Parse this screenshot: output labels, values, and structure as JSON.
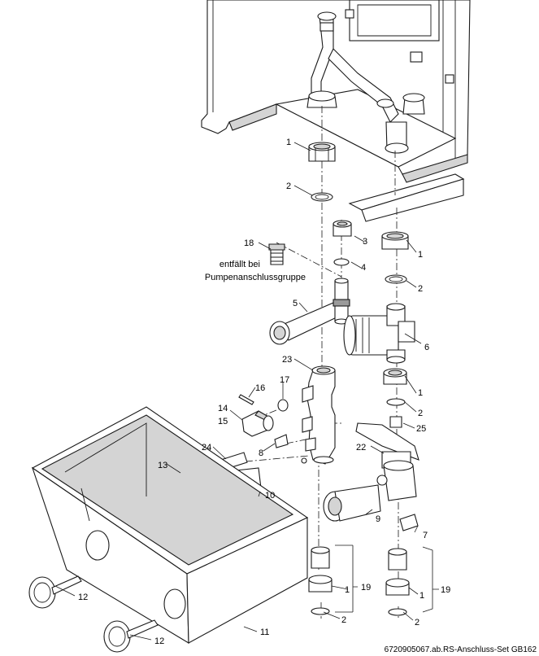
{
  "callouts": [
    {
      "key": "c1a",
      "text": "1"
    },
    {
      "key": "c2a",
      "text": "2"
    },
    {
      "key": "c3",
      "text": "3"
    },
    {
      "key": "c4",
      "text": "4"
    },
    {
      "key": "c1b",
      "text": "1"
    },
    {
      "key": "c2b",
      "text": "2"
    },
    {
      "key": "c18",
      "text": "18"
    },
    {
      "key": "c5",
      "text": "5"
    },
    {
      "key": "c6",
      "text": "6"
    },
    {
      "key": "c23",
      "text": "23"
    },
    {
      "key": "c17",
      "text": "17"
    },
    {
      "key": "c16",
      "text": "16"
    },
    {
      "key": "c1c",
      "text": "1"
    },
    {
      "key": "c2c",
      "text": "2"
    },
    {
      "key": "c14",
      "text": "14"
    },
    {
      "key": "c15",
      "text": "15"
    },
    {
      "key": "c25",
      "text": "25"
    },
    {
      "key": "c8",
      "text": "8"
    },
    {
      "key": "c24",
      "text": "24"
    },
    {
      "key": "c22",
      "text": "22"
    },
    {
      "key": "c13",
      "text": "13"
    },
    {
      "key": "c10",
      "text": "10"
    },
    {
      "key": "c9",
      "text": "9"
    },
    {
      "key": "c7",
      "text": "7"
    },
    {
      "key": "c1d",
      "text": "1"
    },
    {
      "key": "c19a",
      "text": "19"
    },
    {
      "key": "c2d",
      "text": "2"
    },
    {
      "key": "c1e",
      "text": "1"
    },
    {
      "key": "c19b",
      "text": "19"
    },
    {
      "key": "c2e",
      "text": "2"
    },
    {
      "key": "c12a",
      "text": "12"
    },
    {
      "key": "c12b",
      "text": "12"
    },
    {
      "key": "c11",
      "text": "11"
    }
  ],
  "note": {
    "line1": "entfällt bei",
    "line2": "Pumpenanschlussgruppe"
  },
  "caption": "6720905067.ab.RS-Anschluss-Set GB162"
}
